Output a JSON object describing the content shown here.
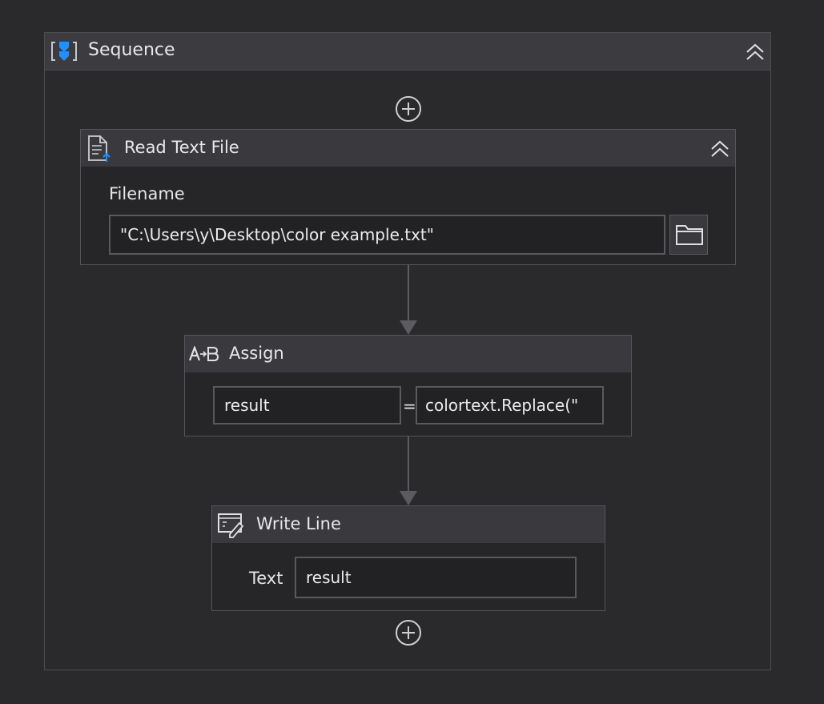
{
  "sequence": {
    "title": "Sequence",
    "icon": "sequence-icon",
    "collapse_icon": "double-chevron-up-icon"
  },
  "read_text_file": {
    "title": "Read Text File",
    "icon": "read-text-file-icon",
    "filename_label": "Filename",
    "filename_value": "\"C:\\Users\\y\\Desktop\\color example.txt\"",
    "browse_icon": "folder-icon"
  },
  "assign": {
    "title": "Assign",
    "icon": "assign-icon",
    "to_value": "result",
    "equals": "=",
    "value_expr": "colortext.Replace(\""
  },
  "write_line": {
    "title": "Write Line",
    "icon": "write-line-icon",
    "text_label": "Text",
    "text_value": "result"
  },
  "colors": {
    "background": "#2a2a2c",
    "header": "#3c3c40",
    "accent_blue": "#1e90ff"
  }
}
